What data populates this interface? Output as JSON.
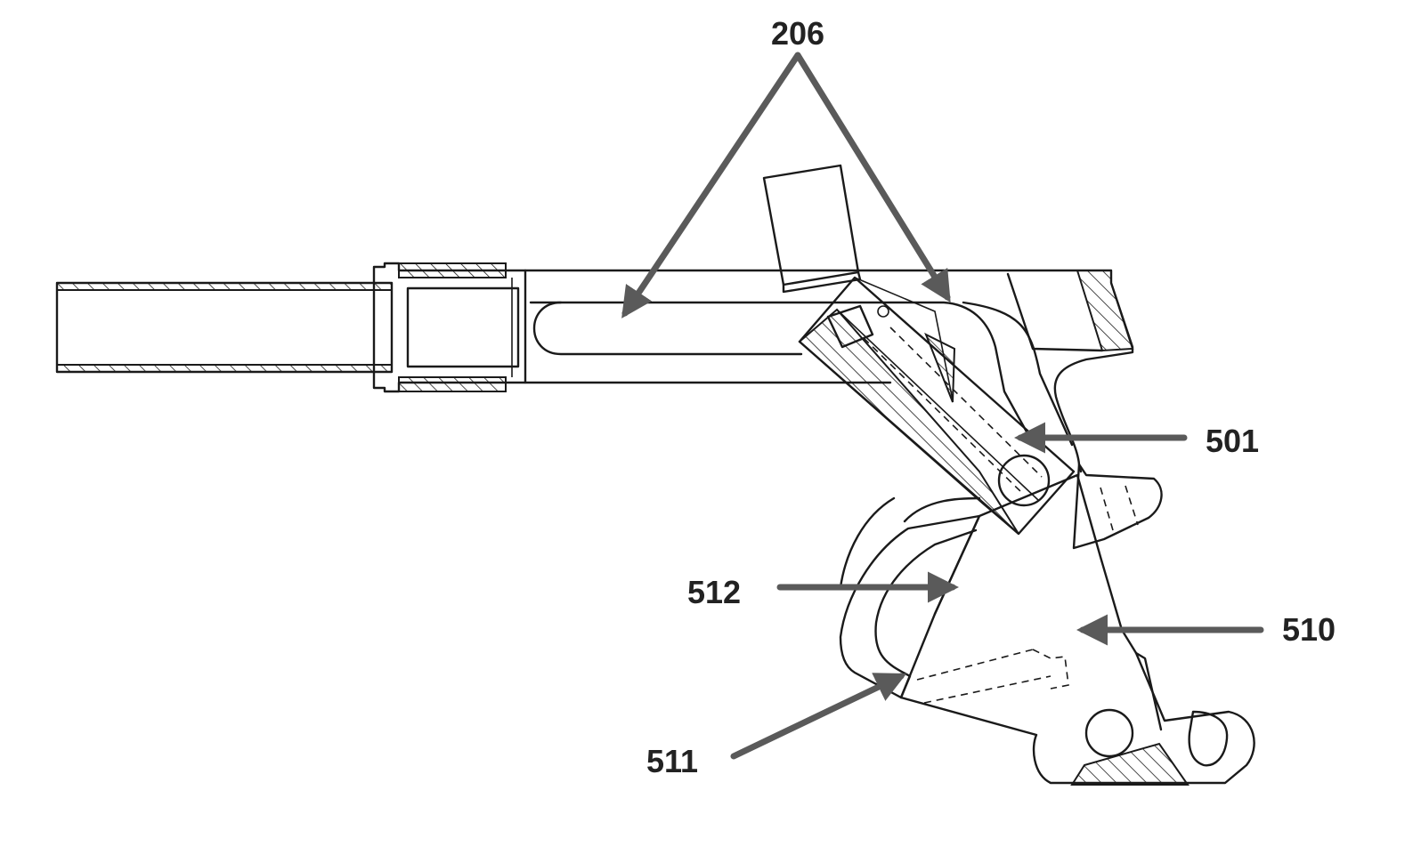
{
  "figure": {
    "labels": {
      "ref_206": "206",
      "ref_501": "501",
      "ref_512": "512",
      "ref_510": "510",
      "ref_511": "511"
    },
    "colors": {
      "line": "#1a1a1a",
      "leader": "#5a5a5a",
      "label": "#222222",
      "background": "#ffffff"
    }
  }
}
